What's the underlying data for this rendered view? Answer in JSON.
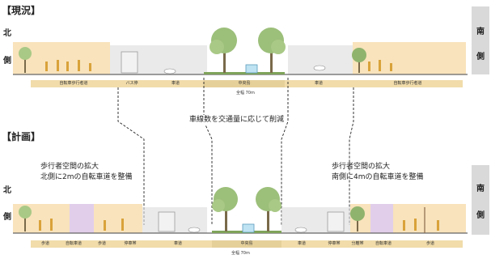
{
  "current": {
    "title": "【現況】",
    "north_top": "北",
    "north_bottom": "側",
    "south_top": "南",
    "south_bottom": "側",
    "segments": [
      "自転車歩行者道",
      "バス停",
      "車道",
      "中央島",
      "車道",
      "自転車歩行者道"
    ],
    "width": "全幅 70m"
  },
  "caption": "車線数を交通量に応じて削減",
  "plan": {
    "title": "【計画】",
    "north_top": "北",
    "north_bottom": "側",
    "south_top": "南",
    "south_bottom": "側",
    "note_left": [
      "歩行者空間の拡大",
      "北側に2mの自転車道を整備"
    ],
    "note_right": [
      "歩行者空間の拡大",
      "南側に4mの自転車道を整備"
    ],
    "segments": [
      "歩道",
      "自転車道",
      "歩道",
      "停車帯",
      "車道",
      "中央島",
      "車道",
      "停車帯",
      "分離帯",
      "自転車道",
      "歩道"
    ],
    "width": "全幅 70m"
  },
  "colors": {
    "sidewalk": "#f6d9a6",
    "lane": "#dcdcdc",
    "median": "#7fa35a",
    "bike": "#c9a6d9",
    "band": "#f1dcaa"
  }
}
